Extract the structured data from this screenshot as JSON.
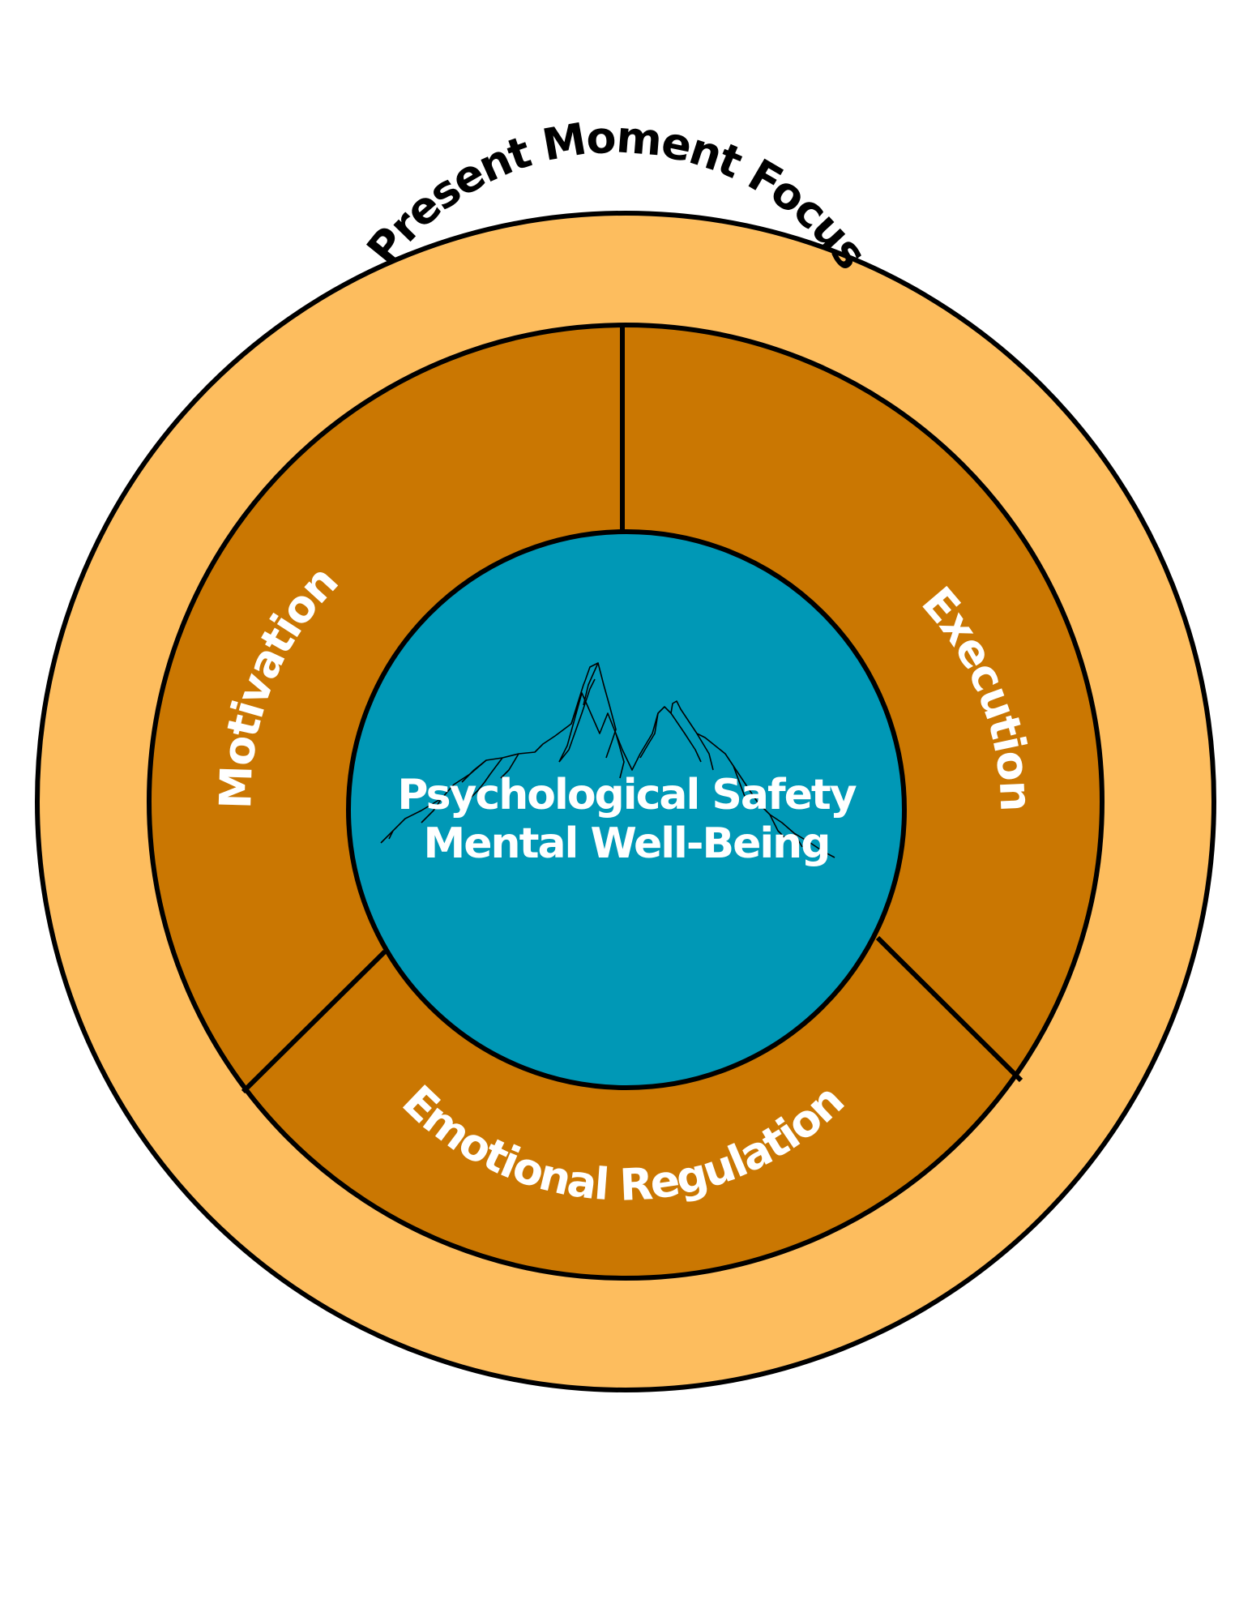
{
  "diagram": {
    "outer_ring_label": "Present Moment Focus",
    "segments": {
      "motivation": "Motivation",
      "execution": "Execution",
      "emotional_regulation": "Emotional Regulation"
    },
    "center": {
      "line1": "Psychological Safety",
      "line2": "Mental Well-Being",
      "icon": "mountain-range-icon"
    },
    "colors": {
      "outer_ring": "#FDBD5E",
      "middle_ring": "#CA7702",
      "center": "#0098B6",
      "outline": "#000000",
      "ring_label": "#000000",
      "inner_labels": "#FFFFFF"
    }
  }
}
